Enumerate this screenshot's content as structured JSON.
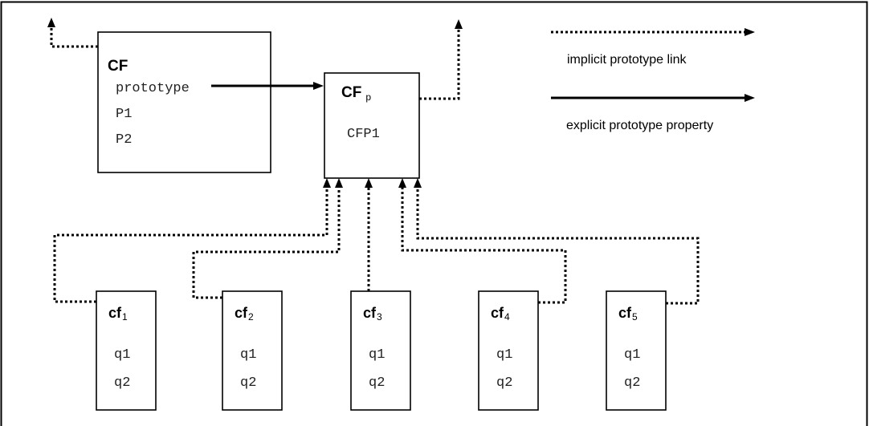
{
  "diagram": {
    "constructor": {
      "title": "CF",
      "properties": [
        "prototype",
        "P1",
        "P2"
      ]
    },
    "prototype_object": {
      "title": "CF",
      "title_subscript": "p",
      "properties": [
        "CFP1"
      ]
    },
    "instances": [
      {
        "title": "cf",
        "subscript": "1",
        "properties": [
          "q1",
          "q2"
        ]
      },
      {
        "title": "cf",
        "subscript": "2",
        "properties": [
          "q1",
          "q2"
        ]
      },
      {
        "title": "cf",
        "subscript": "3",
        "properties": [
          "q1",
          "q2"
        ]
      },
      {
        "title": "cf",
        "subscript": "4",
        "properties": [
          "q1",
          "q2"
        ]
      },
      {
        "title": "cf",
        "subscript": "5",
        "properties": [
          "q1",
          "q2"
        ]
      }
    ],
    "legend": {
      "implicit_label": "implicit prototype link",
      "explicit_label": "explicit prototype property"
    },
    "edges": [
      {
        "from": "CF",
        "to": "(upward)",
        "type": "implicit"
      },
      {
        "from": "CF.prototype",
        "to": "CFp",
        "type": "explicit"
      },
      {
        "from": "CFp",
        "to": "(upward)",
        "type": "implicit"
      },
      {
        "from": "cf1",
        "to": "CFp",
        "type": "implicit"
      },
      {
        "from": "cf2",
        "to": "CFp",
        "type": "implicit"
      },
      {
        "from": "cf3",
        "to": "CFp",
        "type": "implicit"
      },
      {
        "from": "cf4",
        "to": "CFp",
        "type": "implicit"
      },
      {
        "from": "cf5",
        "to": "CFp",
        "type": "implicit"
      }
    ]
  }
}
